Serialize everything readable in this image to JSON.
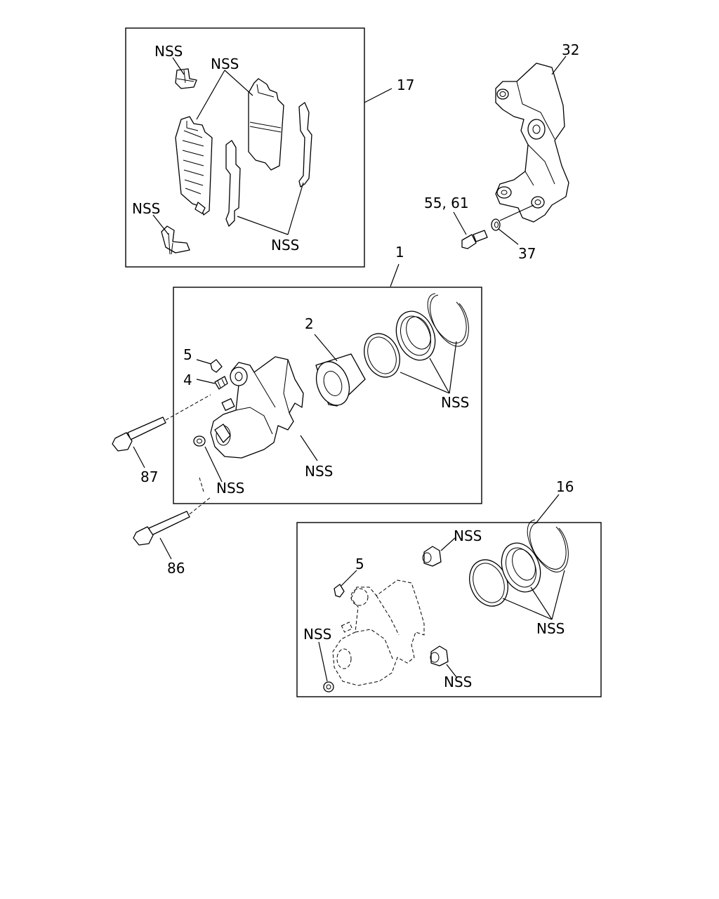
{
  "labels": {
    "brake_pad_kit": "17",
    "pad_kit_nss_top": "NSS",
    "pad_kit_nss_pads": "NSS",
    "pad_kit_nss_clip": "NSS",
    "pad_kit_nss_shims": "NSS",
    "caliper_bracket": "32",
    "bracket_bolt": "55, 61",
    "bracket_washer": "37",
    "caliper_assembly": "1",
    "piston": "2",
    "bleeder_cap": "5",
    "bleeder_screw": "4",
    "seal_nss": "NSS",
    "body_nss": "NSS",
    "bushing_nss": "NSS",
    "guide_pin_upper": "87",
    "guide_pin_lower": "86",
    "repair_kit": "16",
    "kit_bleeder_cap": "5",
    "kit_nss_bushing_top": "NSS",
    "kit_nss_bushing_left": "NSS",
    "kit_nss_bushing_bottom": "NSS",
    "kit_nss_seals": "NSS"
  }
}
